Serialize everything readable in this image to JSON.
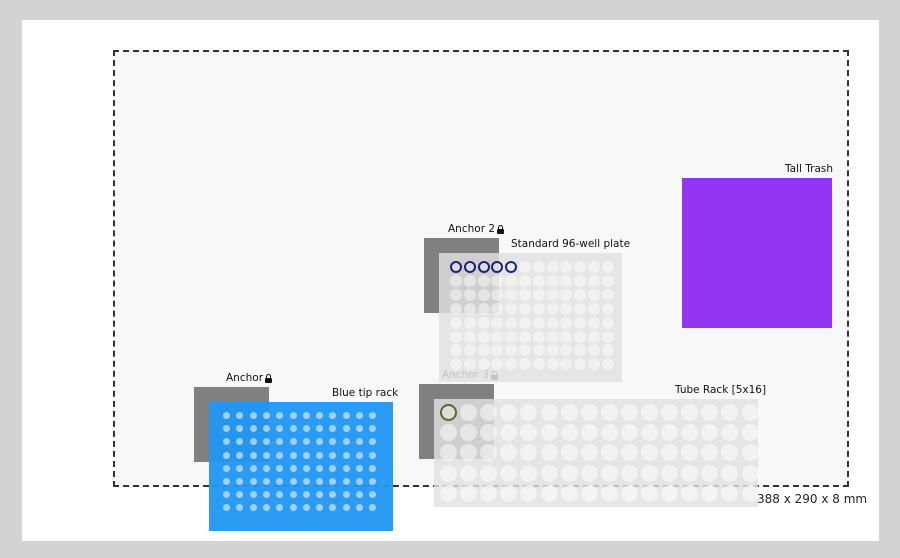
{
  "workspace": {
    "dimensions_label": "388 x 290 x 8 mm"
  },
  "anchors": {
    "anchor1": {
      "label": "Anchor",
      "locked": true
    },
    "anchor2": {
      "label": "Anchor 2",
      "locked": true
    },
    "anchor3": {
      "label": "Anchor 3",
      "locked": true
    }
  },
  "labware": {
    "tip_rack": {
      "label": "Blue tip rack",
      "rows": 8,
      "cols": 12,
      "color": "#2196f3"
    },
    "plate": {
      "label": "Standard 96-well plate",
      "rows": 8,
      "cols": 12,
      "highlighted_wells": 5,
      "highlight_color": "#1a237e"
    },
    "tube_rack": {
      "label": "Tube Rack [5x16]",
      "rows": 5,
      "cols": 16,
      "highlighted_wells": 1
    },
    "trash": {
      "label": "Tall Trash",
      "color": "#9334f0"
    }
  }
}
